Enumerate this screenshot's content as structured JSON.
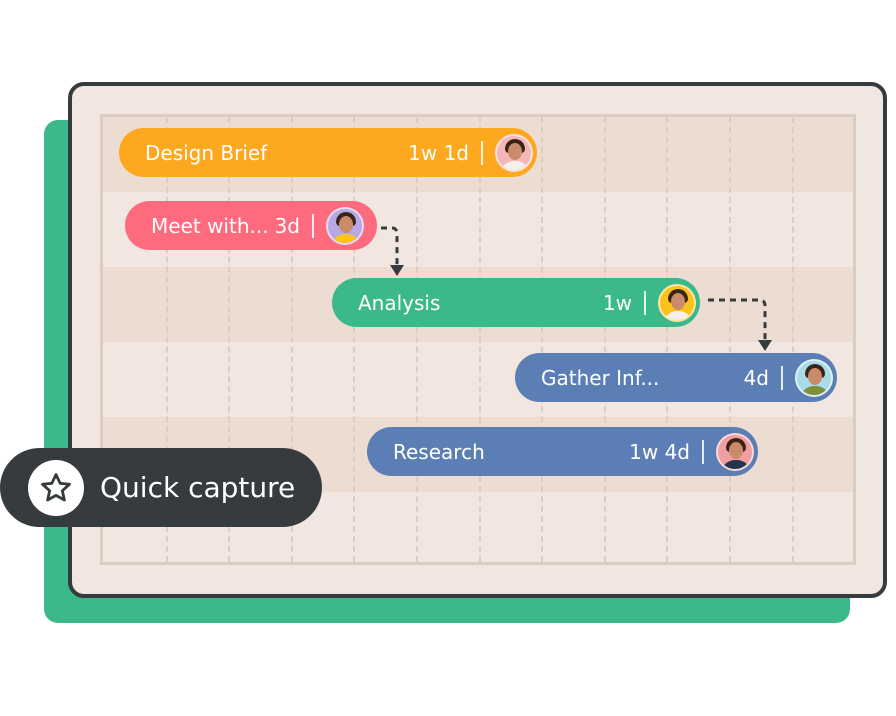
{
  "tasks": [
    {
      "name": "Design Brief",
      "duration": "1w 1d",
      "color": "#fda81f",
      "avatar_bg": "#f4b6b6",
      "shirt": "#f5f0ea"
    },
    {
      "name": "Meet with...",
      "duration": "3d",
      "color": "#fe6b7e",
      "avatar_bg": "#b9a7e6",
      "shirt": "#fdc21c"
    },
    {
      "name": "Analysis",
      "duration": "1w",
      "color": "#3bb98b",
      "avatar_bg": "#fdc21c",
      "shirt": "#f5f0ea"
    },
    {
      "name": "Gather Inf...",
      "duration": "4d",
      "color": "#5b7fb5",
      "avatar_bg": "#a9dbe9",
      "shirt": "#7d8f3b"
    },
    {
      "name": "Research",
      "duration": "1w 4d",
      "color": "#5b7fb5",
      "avatar_bg": "#f19ea3",
      "shirt": "#23344f"
    }
  ],
  "quick_capture": {
    "label": "Quick capture",
    "icon": "star-icon"
  }
}
